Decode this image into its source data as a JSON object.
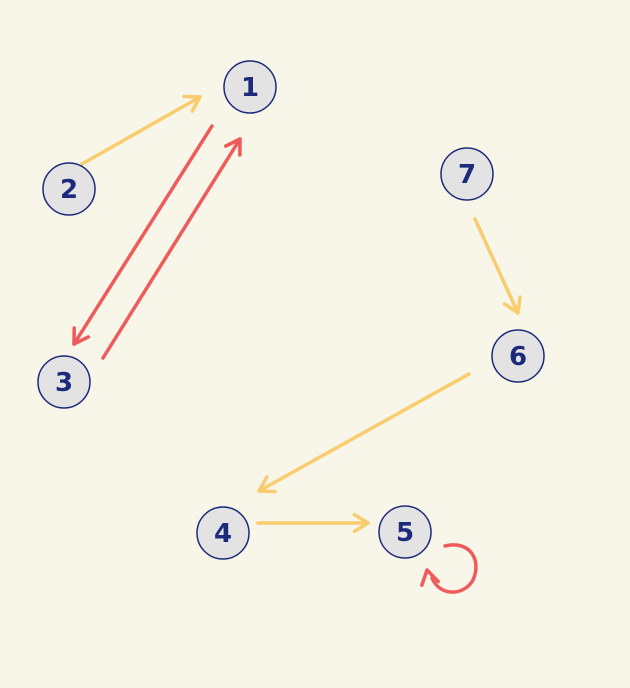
{
  "diagram": {
    "background": "#f8f5e9",
    "node_fill": "#e3e3e3",
    "node_stroke": "#1b2a7a",
    "node_text_color": "#1b2a7a",
    "edge_colors": {
      "yellow": "#f9cd6e",
      "red": "#ef5a5a"
    },
    "nodes": [
      {
        "id": "1",
        "label": "1"
      },
      {
        "id": "2",
        "label": "2"
      },
      {
        "id": "3",
        "label": "3"
      },
      {
        "id": "4",
        "label": "4"
      },
      {
        "id": "5",
        "label": "5"
      },
      {
        "id": "6",
        "label": "6"
      },
      {
        "id": "7",
        "label": "7"
      }
    ],
    "edges": [
      {
        "from": "2",
        "to": "1",
        "color": "yellow"
      },
      {
        "from": "1",
        "to": "3",
        "color": "red"
      },
      {
        "from": "3",
        "to": "1",
        "color": "red"
      },
      {
        "from": "7",
        "to": "6",
        "color": "yellow"
      },
      {
        "from": "6",
        "to": "4",
        "color": "yellow"
      },
      {
        "from": "4",
        "to": "5",
        "color": "yellow"
      },
      {
        "from": "5",
        "to": "5",
        "color": "red"
      }
    ]
  }
}
